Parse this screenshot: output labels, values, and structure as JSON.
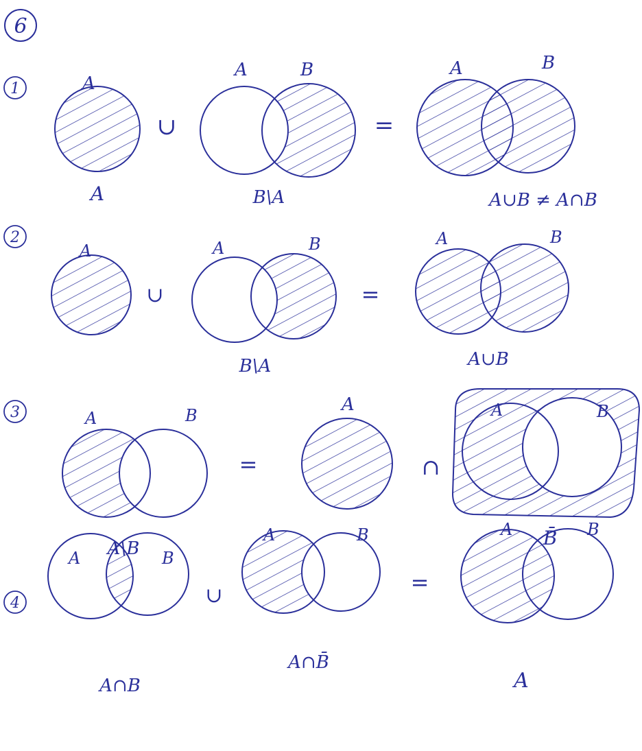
{
  "ink_color": "#2a2f9a",
  "page_number": "6",
  "rows": [
    {
      "number": "1",
      "terms": [
        {
          "set_labels": [
            "A"
          ],
          "caption": "A"
        },
        {
          "operator": "∪"
        },
        {
          "set_labels": [
            "A",
            "B"
          ],
          "caption": "B\\A"
        },
        {
          "operator": "="
        },
        {
          "set_labels": [
            "A",
            "B"
          ],
          "caption": "A∪B ≠ A∩B"
        }
      ]
    },
    {
      "number": "2",
      "terms": [
        {
          "set_labels": [
            "A"
          ],
          "caption": ""
        },
        {
          "operator": "∪"
        },
        {
          "set_labels": [
            "A",
            "B"
          ],
          "caption": "B\\A"
        },
        {
          "operator": "="
        },
        {
          "set_labels": [
            "A",
            "B"
          ],
          "caption": "A∪B"
        }
      ]
    },
    {
      "number": "3",
      "terms": [
        {
          "set_labels": [
            "A",
            "B"
          ],
          "caption": "A\\B"
        },
        {
          "operator": "="
        },
        {
          "set_labels": [
            "A"
          ],
          "caption": ""
        },
        {
          "operator": "∩"
        },
        {
          "set_labels": [
            "A",
            "B"
          ],
          "caption": "B̄"
        }
      ]
    },
    {
      "number": "4",
      "terms": [
        {
          "set_labels": [
            "A",
            "B"
          ],
          "caption": "A∩B"
        },
        {
          "operator": "∪"
        },
        {
          "set_labels": [
            "A",
            "B"
          ],
          "caption": "A∩B̄"
        },
        {
          "operator": "="
        },
        {
          "set_labels": [
            "A",
            "B"
          ],
          "caption": "A"
        }
      ]
    }
  ]
}
